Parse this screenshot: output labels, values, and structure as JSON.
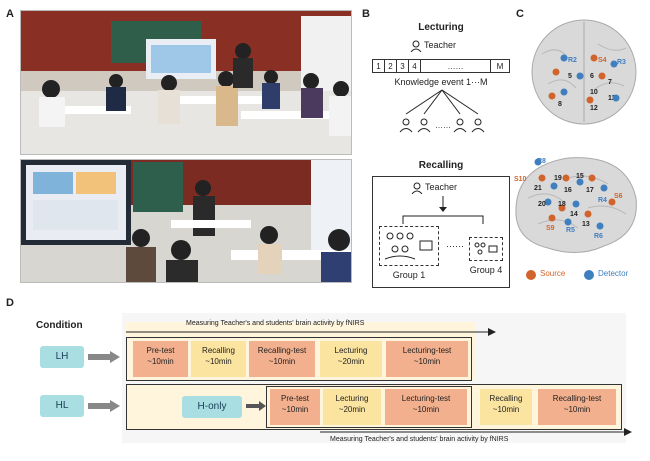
{
  "panels": {
    "a": "A",
    "b": "B",
    "c": "C",
    "d": "D"
  },
  "lecturing": {
    "title": "Lecturing",
    "teacher": "Teacher",
    "cells": [
      "1",
      "2",
      "3",
      "4",
      "……",
      "M"
    ],
    "event": "Knowledge event 1···M"
  },
  "recalling": {
    "title": "Recalling",
    "teacher": "Teacher",
    "group1": "Group 1",
    "group4": "Group 4"
  },
  "brain": {
    "front_labels": [
      "R2",
      "S4",
      "R3",
      "5",
      "6",
      "7",
      "10",
      "11",
      "12",
      "8"
    ],
    "side_labels": [
      "R8",
      "S10",
      "21",
      "19",
      "16",
      "15",
      "17",
      "20",
      "18",
      "14",
      "13",
      "R4",
      "R5",
      "R6",
      "S6",
      "S9"
    ],
    "legend": {
      "source": "Source",
      "detector": "Detector"
    },
    "colors": {
      "source": "#d0642c",
      "detector": "#3f7fbf"
    }
  },
  "condition": {
    "heading": "Condition",
    "top_caption": "Measuring Teacher's and  students' brain activity by fNIRS",
    "bottom_caption": "Measuring Teacher's and  students' brain activity by fNIRS",
    "lh": {
      "label": "LH",
      "steps": [
        {
          "name": "Pre-test",
          "time": "~10min",
          "color": "orange"
        },
        {
          "name": "Recalling",
          "time": "~10min",
          "color": "yellow"
        },
        {
          "name": "Recalling-test",
          "time": "~10min",
          "color": "orange"
        },
        {
          "name": "Lecturing",
          "time": "~20min",
          "color": "yellow"
        },
        {
          "name": "Lecturing-test",
          "time": "~10min",
          "color": "orange"
        }
      ]
    },
    "hl": {
      "label": "HL",
      "hint": "H-only",
      "steps": [
        {
          "name": "Pre-test",
          "time": "~10min",
          "color": "orange"
        },
        {
          "name": "Lecturing",
          "time": "~20min",
          "color": "yellow"
        },
        {
          "name": "Lecturing-test",
          "time": "~10min",
          "color": "orange"
        },
        {
          "name": "Recalling",
          "time": "~10min",
          "color": "yellow"
        },
        {
          "name": "Recalling-test",
          "time": "~10min",
          "color": "orange"
        }
      ]
    }
  }
}
